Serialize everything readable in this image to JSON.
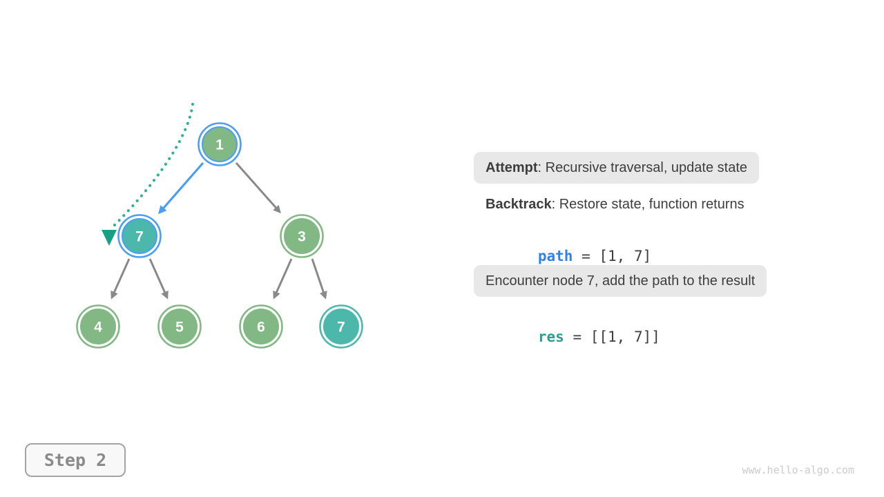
{
  "diagram": {
    "nodes": [
      {
        "label": "1"
      },
      {
        "label": "7"
      },
      {
        "label": "3"
      },
      {
        "label": "4"
      },
      {
        "label": "5"
      },
      {
        "label": "6"
      },
      {
        "label": "7"
      }
    ]
  },
  "panel": {
    "attempt_term": "Attempt",
    "attempt_rest": ": Recursive traversal, update state",
    "backtrack_term": "Backtrack",
    "backtrack_rest": ": Restore state, function returns",
    "path_var": "path",
    "path_rest": " = [1, 7]",
    "encounter_note": "Encounter node 7, add the path to the result",
    "res_var": "res",
    "res_rest": " = [[1, 7]]"
  },
  "footer": {
    "step_label": "Step 2",
    "watermark": "www.hello-algo.com"
  },
  "colors": {
    "node_green": "#82b883",
    "node_teal": "#4cb7ab",
    "highlight_blue": "#4a9ef5",
    "edge_gray": "#898989",
    "trail_dot_teal": "#2eb295",
    "trail_arrow_green": "#16a085",
    "code_blue": "#2f82e8",
    "code_teal": "#2e9c8e"
  }
}
